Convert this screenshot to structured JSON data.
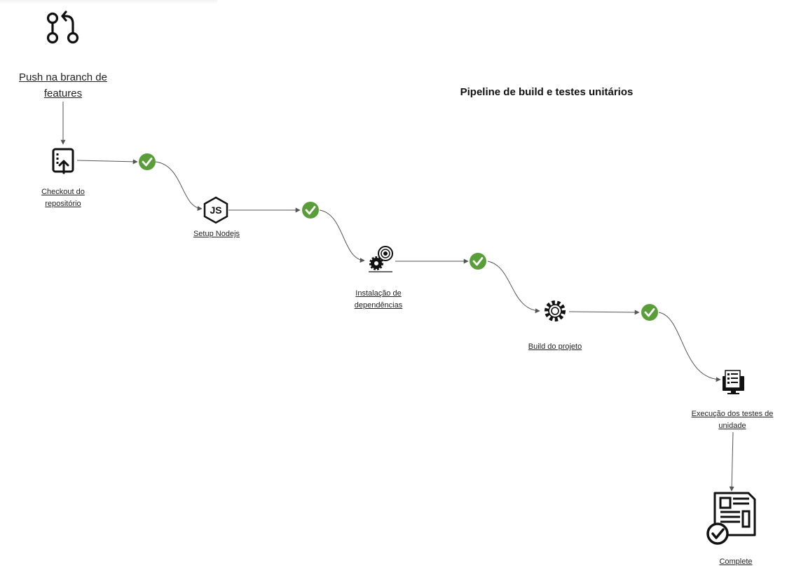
{
  "diagram": {
    "title": "Pipeline de build e testes unitários",
    "trigger": {
      "icon": "git-pull-request-icon",
      "label": "Push na branch de\nfeatures"
    },
    "steps": [
      {
        "icon": "repository-checkout-icon",
        "label": "Checkout do\nrepositório"
      },
      {
        "icon": "nodejs-icon",
        "label": "Setup Nodejs"
      },
      {
        "icon": "dependencies-gears-icon",
        "label": "Instalação de\ndependências"
      },
      {
        "icon": "gear-icon",
        "label": "Build do projeto"
      },
      {
        "icon": "test-monitor-icon",
        "label": "Execução dos testes de\nunidade"
      },
      {
        "icon": "complete-document-check-icon",
        "label": "Complete"
      }
    ],
    "status_icon": "green-check-icon",
    "colors": {
      "check": "#5a9e3a",
      "line": "#555555",
      "icon": "#111111"
    }
  }
}
